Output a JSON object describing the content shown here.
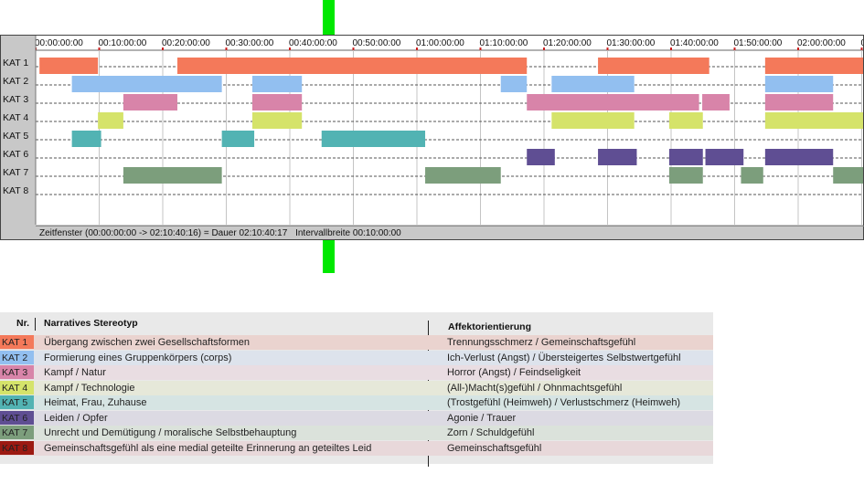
{
  "status": {
    "window_text": "Zeitfenster (00:00:00:00 -> 02:10:40:16) = Dauer 02:10:40:17",
    "interval_text": "Intervallbreite 00:10:00:00"
  },
  "legend": {
    "header_nr": "Nr.",
    "header_narr": "Narratives Stereotyp",
    "header_aff": "Affektorientierung",
    "rows": [
      {
        "kat": "KAT 1",
        "narr": "Übergang zwischen zwei Gesellschaftsformen",
        "aff": "Trennungsschmerz / Gemeinschaftsgefühl",
        "color": "#f4795a",
        "bg": "#ead3cf"
      },
      {
        "kat": "KAT 2",
        "narr": "Formierung eines Gruppenkörpers (corps)",
        "aff": "Ich-Verlust (Angst) / Übersteigertes Selbstwertgefühl",
        "color": "#92bff0",
        "bg": "#dde3ec"
      },
      {
        "kat": "KAT 3",
        "narr": "Kampf / Natur",
        "aff": "Horror (Angst) / Feindseligkeit",
        "color": "#d884a9",
        "bg": "#e9dde2"
      },
      {
        "kat": "KAT 4",
        "narr": "Kampf / Technologie",
        "aff": "(All-)Macht(s)gefühl / Ohnmachtsgefühl",
        "color": "#d5e36a",
        "bg": "#e6e8d9"
      },
      {
        "kat": "KAT 5",
        "narr": "Heimat, Frau, Zuhause",
        "aff": "(Trostgefühl (Heimweh) / Verlustschmerz (Heimweh)",
        "color": "#52b3b3",
        "bg": "#d6e4e3"
      },
      {
        "kat": "KAT 6",
        "narr": "Leiden / Opfer",
        "aff": "Agonie / Trauer",
        "color": "#5f4e93",
        "bg": "#dcdae3"
      },
      {
        "kat": "KAT 7",
        "narr": "Unrecht und Demütigung / moralische Selbstbehauptung",
        "aff": "Zorn / Schuldgefühl",
        "color": "#7c9e7c",
        "bg": "#dbe2db"
      },
      {
        "kat": "KAT 8",
        "narr": "Gemeinschaftsgefühl als eine medial geteilte Erinnerung an geteiltes Leid",
        "aff": "Gemeinschaftsgefühl",
        "color": "#9c1a12",
        "bg": "#e8d8da"
      }
    ]
  },
  "chart_data": {
    "type": "timeline",
    "x_unit": "minutes",
    "xlim": [
      0,
      130.68
    ],
    "x_ticks": [
      "00:00:00:00",
      "00:10:00:00",
      "00:20:00:00",
      "00:30:00:00",
      "00:40:00:00",
      "00:50:00:00",
      "01:00:00:00",
      "01:10:00:00",
      "01:20:00:00",
      "01:30:00:00",
      "01:40:00:00",
      "01:50:00:00",
      "02:00:00:00",
      "0"
    ],
    "categories": [
      "KAT 1",
      "KAT 2",
      "KAT 3",
      "KAT 4",
      "KAT 5",
      "KAT 6",
      "KAT 7",
      "KAT 8"
    ],
    "colors": [
      "#f4795a",
      "#92bff0",
      "#d884a9",
      "#d5e36a",
      "#52b3b3",
      "#5f4e93",
      "#7c9e7c",
      "#9c1a12"
    ],
    "segments": [
      [
        [
          0.6,
          9.8
        ],
        [
          22.3,
          77.3
        ],
        [
          88.5,
          106
        ],
        [
          114.8,
          130.7
        ]
      ],
      [
        [
          5.7,
          29.3
        ],
        [
          34.1,
          41.9
        ],
        [
          73.2,
          77.3
        ],
        [
          81.2,
          94.2
        ],
        [
          114.8,
          125.5
        ]
      ],
      [
        [
          13.8,
          22.3
        ],
        [
          34.1,
          41.9
        ],
        [
          77.3,
          104.4
        ],
        [
          104.9,
          109.2
        ],
        [
          114.8,
          125.5
        ]
      ],
      [
        [
          9.8,
          13.8
        ],
        [
          34.1,
          41.9
        ],
        [
          81.2,
          94.2
        ],
        [
          99.7,
          105
        ],
        [
          114.8,
          130.7
        ]
      ],
      [
        [
          5.7,
          10.3
        ],
        [
          29.3,
          34.4
        ],
        [
          45,
          61.3
        ]
      ],
      [
        [
          77.3,
          81.7
        ],
        [
          88.5,
          94.6
        ],
        [
          99.7,
          105
        ],
        [
          105.4,
          111.4
        ],
        [
          114.8,
          125.5
        ]
      ],
      [
        [
          13.8,
          29.3
        ],
        [
          61.3,
          73.2
        ],
        [
          99.7,
          105
        ],
        [
          111,
          114.5
        ],
        [
          125.5,
          130.7
        ]
      ],
      []
    ]
  }
}
